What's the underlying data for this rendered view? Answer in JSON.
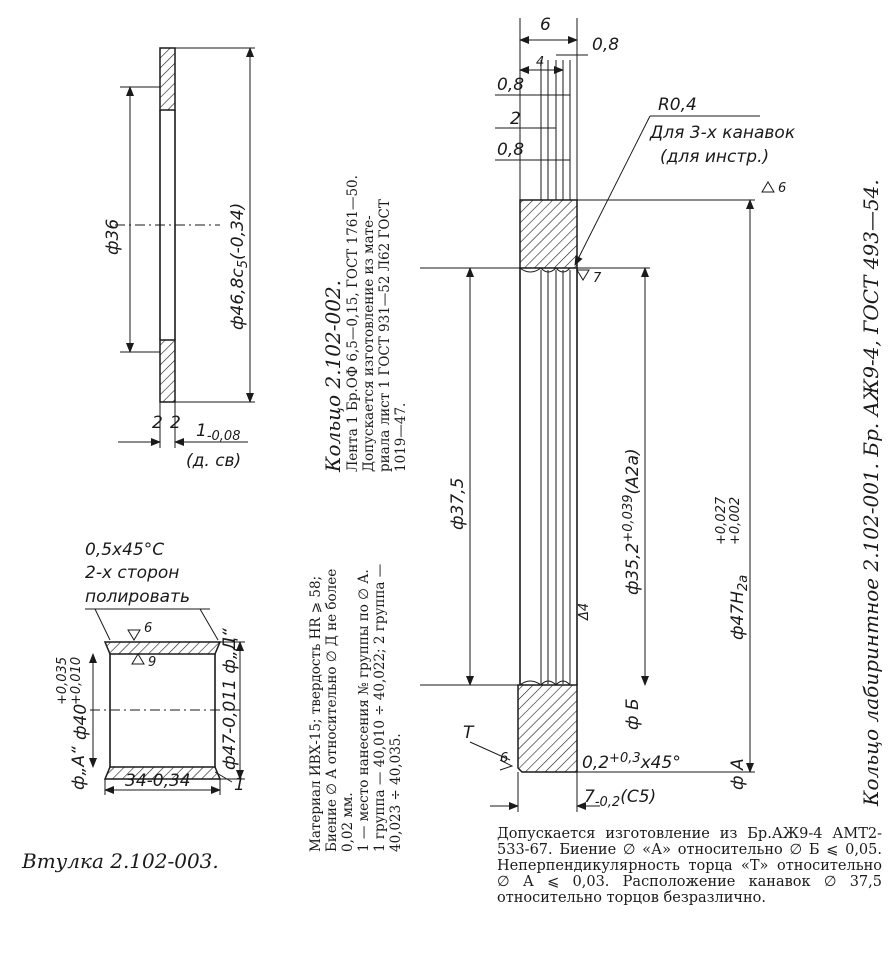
{
  "figure": {
    "bushing_caption": "Втулка 2.102-003.",
    "ring2_title": "Кольцо 2.102-002.",
    "ring2_material": "Лента 1 Бр.ОФ 6,5—0,15, ГОСТ 1761—50.",
    "ring2_allow_1": "Допускается изготовление из мате-",
    "ring2_allow_2": "риала лист 1 ГОСТ 931—52 Л62 ГОСТ",
    "ring2_allow_3": "1019—47.",
    "bushing_spec_1": "Материал ИВХ-15; твердость HR ⩾ 58;",
    "bushing_spec_2": "Биение ∅ А относительно ∅ Д не более",
    "bushing_spec_3": "0,02 мм.",
    "bushing_spec_4": "1 — место нанесения № группы по ∅ А.",
    "bushing_spec_5": "1 группа — 40,010 ÷ 40,022; 2 группа —",
    "bushing_spec_6": "40,023 ÷ 40,035.",
    "ring1_caption": "Кольцо лабиринтное 2.102-001. Бр. АЖ9-4, ГОСТ 493—54.",
    "ring1_note": "Допускается изготовление из Бр.АЖ9-4 АМТ2-533-67. Биение ∅ «А» относительно ∅ Б ⩽ 0,05. Неперпендикулярность торца «Т» относительно ∅ А ⩽ 0,03. Расположение канавок ∅ 37,5 относительно торцов безразлично."
  },
  "ring2_dims": {
    "d_inner": "ф36",
    "d_outer": "ф46,8c",
    "d_outer_sub": "5",
    "d_outer_tol": "(-0,34)",
    "section_mark": "2",
    "thickness": "1",
    "thickness_tol": "-0,08",
    "thickness_fit": "(д. св)"
  },
  "bushing_dims": {
    "chamfer": "0,5x45°C",
    "polish_1": "2-х сторон",
    "polish_2": "полировать",
    "rough_outer": "6",
    "rough_inner": "9",
    "d_bore": "ф40",
    "d_bore_tol_up": "+0,035",
    "d_bore_tol_lo": "+0,010",
    "d_outer": "ф47-0,011 ф„Д“",
    "datum_a": "ф„А“",
    "length": "34-0,34",
    "mark": "1"
  },
  "ring1_dims": {
    "w_total": "6",
    "w_08_top": "0,8",
    "w_4": "4",
    "w_08_a": "0,8",
    "w_2": "2",
    "w_08_b": "0,8",
    "radius": "R0,4",
    "groove_note_1": "Для 3-х канавок",
    "groove_note_2": "(для инстр.)",
    "rough_top": "6",
    "rough_7": "7",
    "rough_4": "4",
    "rough_side": "6",
    "d_groove": "ф37,5",
    "d_bore": "ф35,2",
    "d_bore_tol": "+0,039",
    "d_bore_fit": "(A2a)",
    "d_outer": "ф47H",
    "d_outer_sub": "2a",
    "d_outer_tol_up": "+0,027",
    "d_outer_tol_lo": "+0,002",
    "datum_b": "ф Б",
    "datum_a": "ф А",
    "face_t": "Т",
    "chamfer": "0,2",
    "chamfer_tol": "+0,3",
    "chamfer_angle": "x45°",
    "length": "7",
    "length_tol": "-0,2",
    "length_fit": "(C5)"
  },
  "colors": {
    "ink": "#1a1a1a",
    "paper": "#ffffff"
  }
}
